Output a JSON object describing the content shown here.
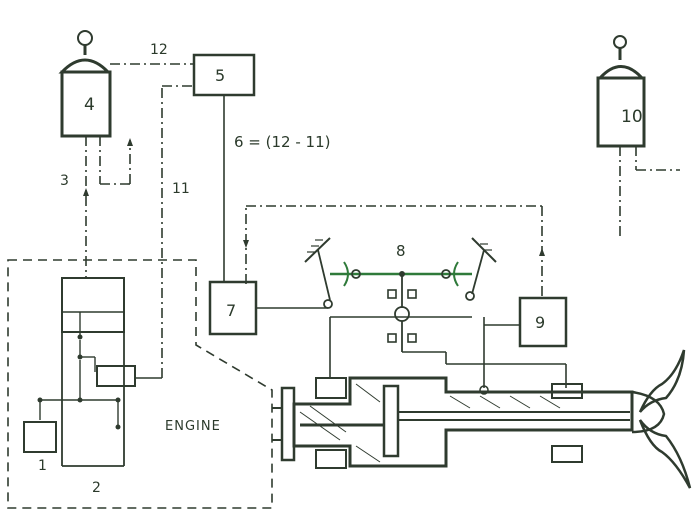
{
  "labels": {
    "n1": "1",
    "n2": "2",
    "n3": "3",
    "n4": "4",
    "n5": "5",
    "n6": "6 = (12 - 11)",
    "n7": "7",
    "n8": "8",
    "n9": "9",
    "n10": "10",
    "n11": "11",
    "n12": "12",
    "engine": "ENGINE"
  },
  "colors": {
    "ink": "#2f3b2f",
    "accent_green": "#2f7a3a",
    "background": "#ffffff"
  }
}
